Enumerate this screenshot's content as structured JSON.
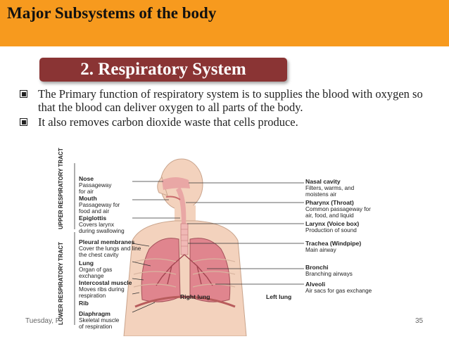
{
  "header": {
    "title": "Major Subsystems of the body"
  },
  "section": {
    "title": "2. Respiratory System"
  },
  "bullets": [
    " The Primary function of respiratory system is  to supplies the blood with oxygen so that the blood can deliver oxygen to all parts of the body.",
    "It also removes carbon dioxide waste that cells produce."
  ],
  "diagram": {
    "tract_labels": {
      "upper": "UPPER RESPIRATORY TRACT",
      "lower": "LOWER RESPIRATORY TRACT"
    },
    "left_labels": [
      {
        "name": "Nose",
        "desc": [
          "Passageway",
          "for air"
        ]
      },
      {
        "name": "Mouth",
        "desc": [
          "Passageway for",
          "food and air"
        ]
      },
      {
        "name": "Epiglottis",
        "desc": [
          "Covers larynx",
          "during swallowing"
        ]
      },
      {
        "name": "Pleural membranes",
        "desc": [
          "Cover the lungs and line",
          "the chest cavity"
        ]
      },
      {
        "name": "Lung",
        "desc": [
          "Organ of gas",
          "exchange"
        ]
      },
      {
        "name": "Intercostal muscle",
        "desc": [
          "Moves ribs during",
          "respiration"
        ]
      },
      {
        "name": "Rib",
        "desc": []
      },
      {
        "name": "Diaphragm",
        "desc": [
          "Skeletal muscle",
          "of respiration"
        ]
      }
    ],
    "right_labels": [
      {
        "name": "Nasal cavity",
        "desc": [
          "Filters, warms, and",
          "moistens air"
        ]
      },
      {
        "name": "Pharynx (Throat)",
        "desc": [
          "Common passageway for",
          "air, food, and liquid"
        ]
      },
      {
        "name": "Larynx (Voice box)",
        "desc": [
          "Production of sound"
        ]
      },
      {
        "name": "Trachea (Windpipe)",
        "desc": [
          "Main airway"
        ]
      },
      {
        "name": "Bronchi",
        "desc": [
          "Branching airways"
        ]
      },
      {
        "name": "Alveoli",
        "desc": [
          "Air sacs for gas exchange"
        ]
      }
    ],
    "lung_labels": {
      "right": "Right lung",
      "left": "Left lung"
    }
  },
  "footer": {
    "date": "Tuesday, F",
    "page": "35"
  },
  "colors": {
    "header_bar": "#f79a1e",
    "section_box": "#8a3434",
    "lung": "#e0858e",
    "skin": "#f3d2bd"
  }
}
